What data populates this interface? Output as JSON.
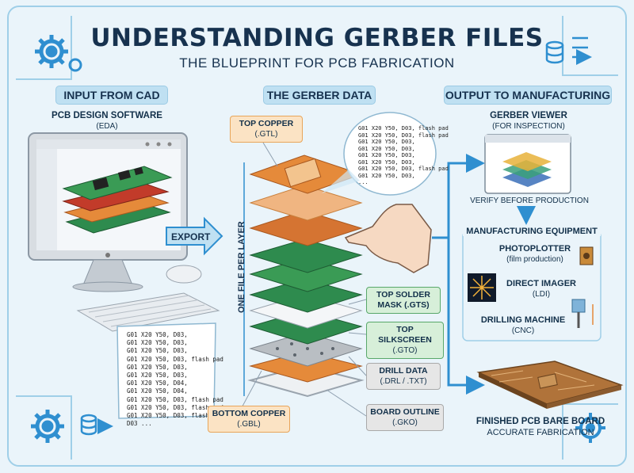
{
  "title": "UNDERSTANDING GERBER FILES",
  "subtitle": "THE BLUEPRINT FOR PCB FABRICATION",
  "sections": {
    "input": "INPUT FROM CAD",
    "gerber": "THE GERBER DATA",
    "output": "OUTPUT TO MANUFACTURING"
  },
  "cad": {
    "software_label": "PCB DESIGN SOFTWARE",
    "software_sub": "(EDA)",
    "export_label": "EXPORT",
    "code_lines": "G01 X20 Y50, D03,\nG01 X20 Y50, D03,\nG01 X20 Y50, D03,\nG01 X20 Y50, D03, flash pad\nG01 X20 Y50, D03,\nG01 X20 Y50, D03,\nG01 X20 Y50, D04,\nG01 X20 Y50, D04,\nG01 X20 Y50, D03, flash pad\nG01 X20 Y50, D03, flash pad\nG01 X20 Y50, D03, flash pad\nD03 ..."
  },
  "gerber": {
    "vertical_label": "ONE FILE PER LAYER",
    "code_lines": "G01 X20 Y50, D03, flash pad\nG01 X20 Y50, D03, flash pad\nG01 X20 Y50, D03,\nG01 X20 Y50, D03,\nG01 X20 Y50, D03,\nG01 X20 Y50, D03,\nG01 X20 Y50, D03, flash pad\nG01 X20 Y50, D03,\n...",
    "layers": {
      "top_copper": {
        "name": "TOP COPPER",
        "ext": "(.GTL)"
      },
      "top_mask": {
        "name": "TOP SOLDER",
        "ext": "MASK (.GTS)"
      },
      "top_silk": {
        "name": "TOP SILKSCREEN",
        "ext": "(.GTO)"
      },
      "drill": {
        "name": "DRILL DATA",
        "ext": "(.DRL / .TXT)"
      },
      "outline": {
        "name": "BOARD OUTLINE",
        "ext": "(.GKO)"
      },
      "bottom_copper": {
        "name": "BOTTOM COPPER",
        "ext": "(.GBL)"
      }
    }
  },
  "output": {
    "viewer_label": "GERBER VIEWER",
    "viewer_sub": "(FOR INSPECTION)",
    "verify": "VERIFY BEFORE PRODUCTION",
    "equipment_label": "MANUFACTURING EQUIPMENT",
    "photoplotter": "PHOTOPLOTTER",
    "photoplotter_sub": "(film production)",
    "direct_imager": "DIRECT IMAGER",
    "direct_imager_sub": "(LDI)",
    "drilling": "DRILLING MACHINE",
    "drilling_sub": "(CNC)",
    "finished": "FINISHED PCB BARE BOARD",
    "finished_sub": "ACCURATE FABRICATION"
  },
  "colors": {
    "background": "#eaf4fa",
    "accent_blue": "#2f8fd0",
    "copper": "#e58a3a",
    "soldermask": "#2e8b4e",
    "pcb_board": "#8a5a2e"
  }
}
